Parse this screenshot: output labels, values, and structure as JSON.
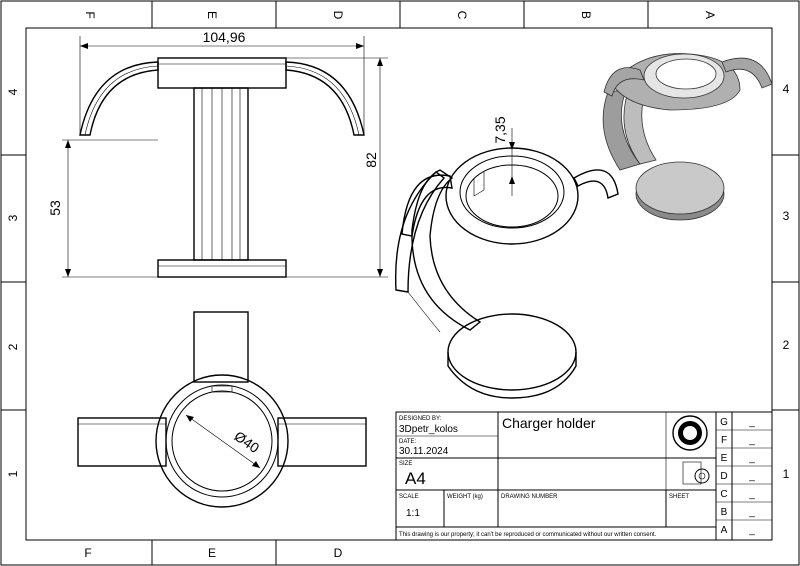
{
  "zones": {
    "columns_top": [
      "F",
      "E",
      "D",
      "C",
      "B",
      "A"
    ],
    "columns_bottom": [
      "F",
      "E",
      "D"
    ],
    "rows_left": [
      "4",
      "3",
      "2",
      "1"
    ],
    "rows_right": [
      "4",
      "3",
      "2",
      "1"
    ]
  },
  "dimensions": {
    "width": "104,96",
    "left_height": "53",
    "right_height": "82",
    "offset": "7,35",
    "diameter": "Ø40"
  },
  "title_block": {
    "designed_by_label": "DESIGNED BY:",
    "designed_by": "3Dpetr_kolos",
    "date_label": "DATE:",
    "date": "30.11.2024",
    "size_label": "SIZE",
    "size": "A4",
    "title": "Charger holder",
    "scale_label": "SCALE",
    "scale": "1:1",
    "weight_label": "WEIGHT (kg)",
    "drawing_number_label": "DRAWING NUMBER",
    "sheet_label": "SHEET",
    "notice": "This drawing is our property; it can't be reproduced or communicated without our written consent.",
    "revisions": [
      "G",
      "F",
      "E",
      "D",
      "C",
      "B",
      "A"
    ],
    "revision_values": [
      "_",
      "_",
      "_",
      "_",
      "_",
      "_",
      "_"
    ]
  }
}
